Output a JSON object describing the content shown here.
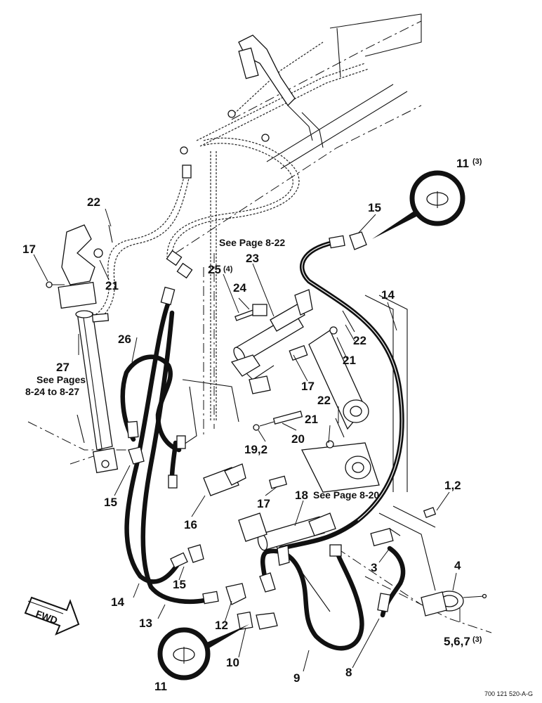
{
  "callouts": {
    "c11_top": "11",
    "c11_top_qty": "(3)",
    "c15_top": "15",
    "c14_right": "14",
    "c22_left": "22",
    "c17_left": "17",
    "c21_left": "21",
    "see_822": "See Page 8-22",
    "c23": "23",
    "c25": "25",
    "c25_qty": "(4)",
    "c24": "24",
    "c22_mid": "22",
    "c21_mid": "21",
    "c17_mid": "17",
    "c26": "26",
    "c27": "27",
    "c27_ref1": "See Pages",
    "c27_ref2": "8-24 to 8-27",
    "c22_low": "22",
    "c21_low": "21",
    "c20": "20",
    "c19_2": "19,2",
    "c15_left": "15",
    "c16": "16",
    "c17_low": "17",
    "c18": "18",
    "see_820": "See Page 8-20",
    "c1_2": "1,2",
    "c4": "4",
    "c3": "3",
    "c15_bottom": "15",
    "c14_left": "14",
    "c13": "13",
    "c12": "12",
    "c10": "10",
    "c9": "9",
    "c8": "8",
    "c5_6_7": "5,6,7",
    "c5_6_7_qty": "(3)",
    "c11_bottom": "11",
    "fwd": "FWD",
    "footer_code": "700 121 520-A-G"
  }
}
